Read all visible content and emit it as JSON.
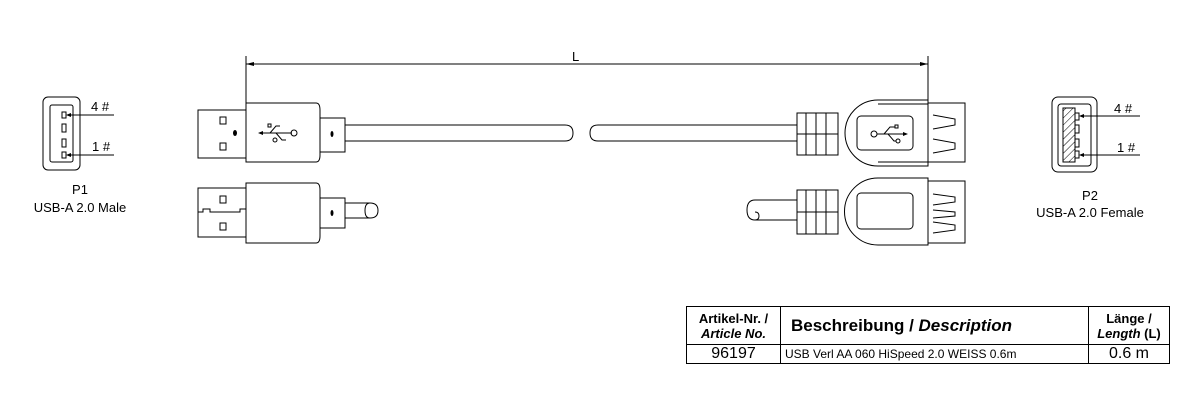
{
  "dimension": {
    "label": "L"
  },
  "p1": {
    "pin4": "4 #",
    "pin1": "1 #",
    "id": "P1",
    "type": "USB-A 2.0 Male"
  },
  "p2": {
    "pin4": "4 #",
    "pin1": "1 #",
    "id": "P2",
    "type": "USB-A 2.0 Female"
  },
  "table": {
    "col1_de": "Artikel-Nr. /",
    "col1_en": "Article No.",
    "col2_de": "Beschreibung / ",
    "col2_en": "Description",
    "col3_de": "Länge /",
    "col3_en": "Length",
    "col3_unit": " (L)",
    "row": {
      "article": "96197",
      "description": "USB Verl AA 060 HiSpeed 2.0 WEISS 0.6m",
      "length": "0.6 m"
    }
  }
}
